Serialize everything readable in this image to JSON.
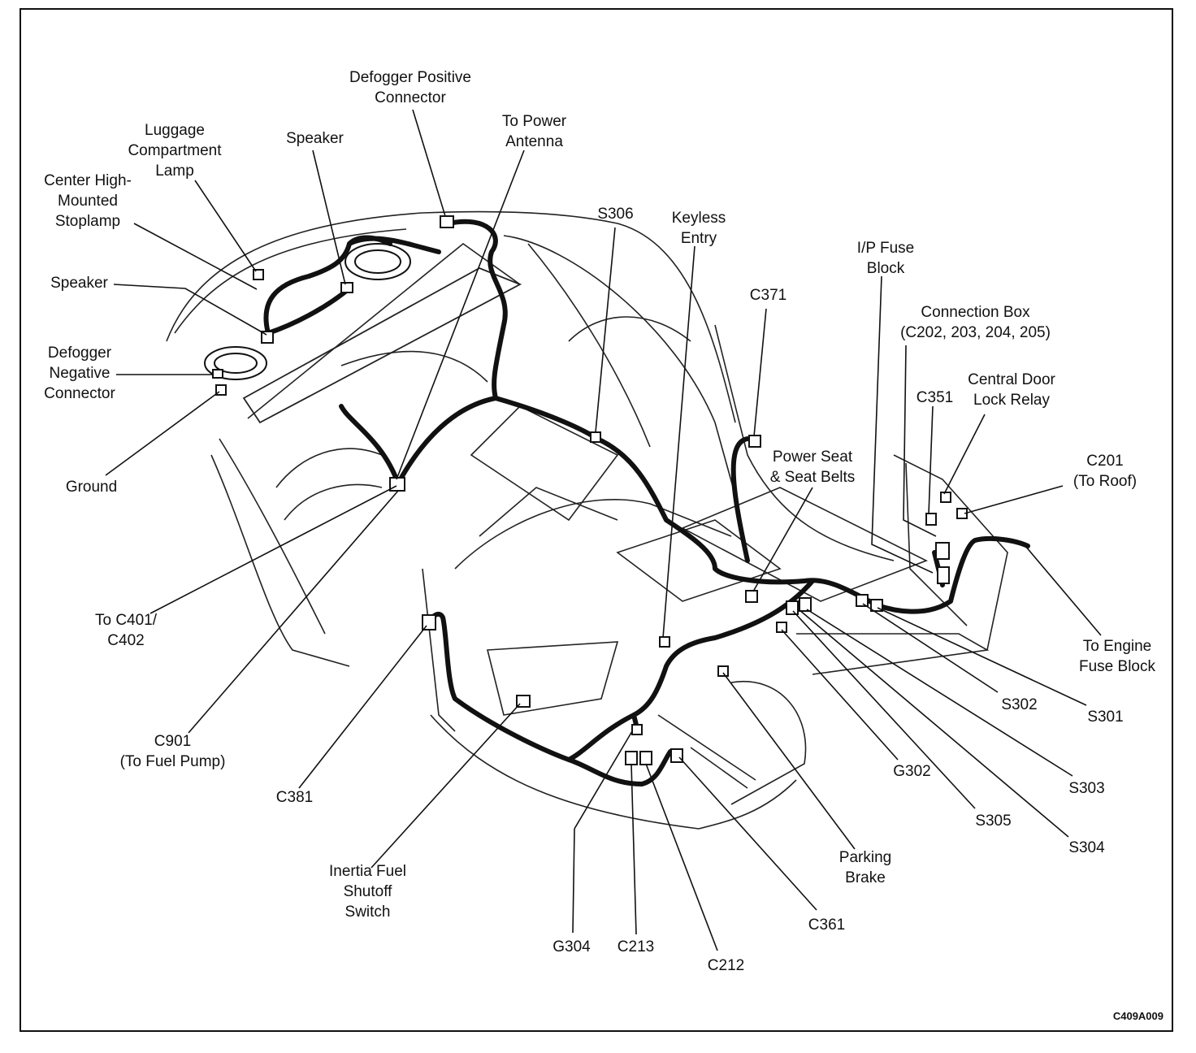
{
  "labels": {
    "defogger_positive": [
      "Defogger Positive",
      "Connector"
    ],
    "to_power_antenna": [
      "To Power",
      "Antenna"
    ],
    "luggage_lamp": [
      "Luggage",
      "Compartment",
      "Lamp"
    ],
    "speaker_top": [
      "Speaker"
    ],
    "center_stoplamp": [
      "Center High-",
      "Mounted",
      "Stoplamp"
    ],
    "speaker_left": [
      "Speaker"
    ],
    "defogger_negative": [
      "Defogger",
      "Negative",
      "Connector"
    ],
    "ground": [
      "Ground"
    ],
    "s306": [
      "S306"
    ],
    "keyless_entry": [
      "Keyless",
      "Entry"
    ],
    "c371": [
      "C371"
    ],
    "ip_fuse_block": [
      "I/P Fuse",
      "Block"
    ],
    "connection_box": [
      "Connection Box",
      "(C202, 203, 204, 205)"
    ],
    "c351": [
      "C351"
    ],
    "central_door_lock": [
      "Central Door",
      "Lock Relay"
    ],
    "c201": [
      "C201",
      "(To Roof)"
    ],
    "power_seat": [
      "Power Seat",
      "& Seat Belts"
    ],
    "engine_fuse_block": [
      "To Engine",
      "Fuse Block"
    ],
    "to_c401": [
      "To C401/",
      "C402"
    ],
    "c901": [
      "C901",
      "(To Fuel Pump)"
    ],
    "c381": [
      "C381"
    ],
    "inertia_switch": [
      "Inertia Fuel",
      "Shutoff",
      "Switch"
    ],
    "g304": [
      "G304"
    ],
    "c213": [
      "C213"
    ],
    "c212": [
      "C212"
    ],
    "c361": [
      "C361"
    ],
    "parking_brake": [
      "Parking",
      "Brake"
    ],
    "g302": [
      "G302"
    ],
    "s305": [
      "S305"
    ],
    "s302": [
      "S302"
    ],
    "s301": [
      "S301"
    ],
    "s303": [
      "S303"
    ],
    "s304": [
      "S304"
    ]
  },
  "figure_code": "C409A009"
}
